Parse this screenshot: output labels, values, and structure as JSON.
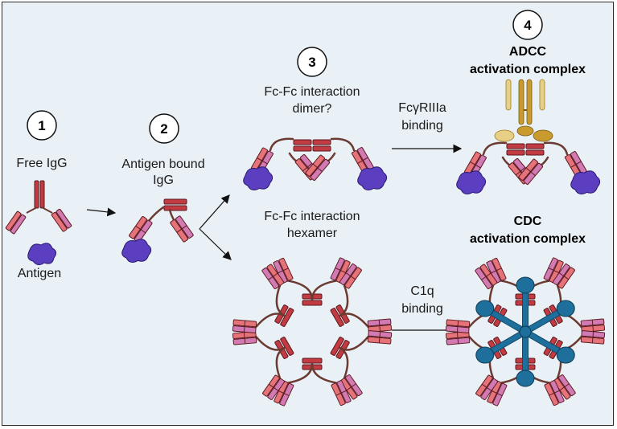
{
  "colors": {
    "background": "#e9f0f6",
    "heavy_chain": "#c23b43",
    "heavy_chain_light": "#e7737a",
    "light_chain": "#8a2d5c",
    "light_chain_light": "#d17ab3",
    "hinge": "#6b3a30",
    "antigen": "#5b3fc0",
    "fcr_gold": "#c99a2e",
    "fcr_pale": "#e8cf86",
    "c1q": "#1f6f9c"
  },
  "steps": [
    {
      "number": "1",
      "lines": [
        "Free IgG"
      ]
    },
    {
      "number": "2",
      "lines": [
        "Antigen bound",
        "IgG"
      ]
    },
    {
      "number": "3",
      "lines": [
        "Fc-Fc interaction",
        "dimer?"
      ]
    },
    {
      "number": "4",
      "lines": [
        "ADCC",
        "activation complex"
      ]
    }
  ],
  "labels": {
    "antigen": "Antigen",
    "hexamer": [
      "Fc-Fc interaction",
      "hexamer"
    ],
    "cdc": [
      "CDC",
      "activation complex"
    ],
    "fcr_binding": [
      "FcγRIIIa",
      "binding"
    ],
    "c1q_binding": [
      "C1q",
      "binding"
    ]
  }
}
